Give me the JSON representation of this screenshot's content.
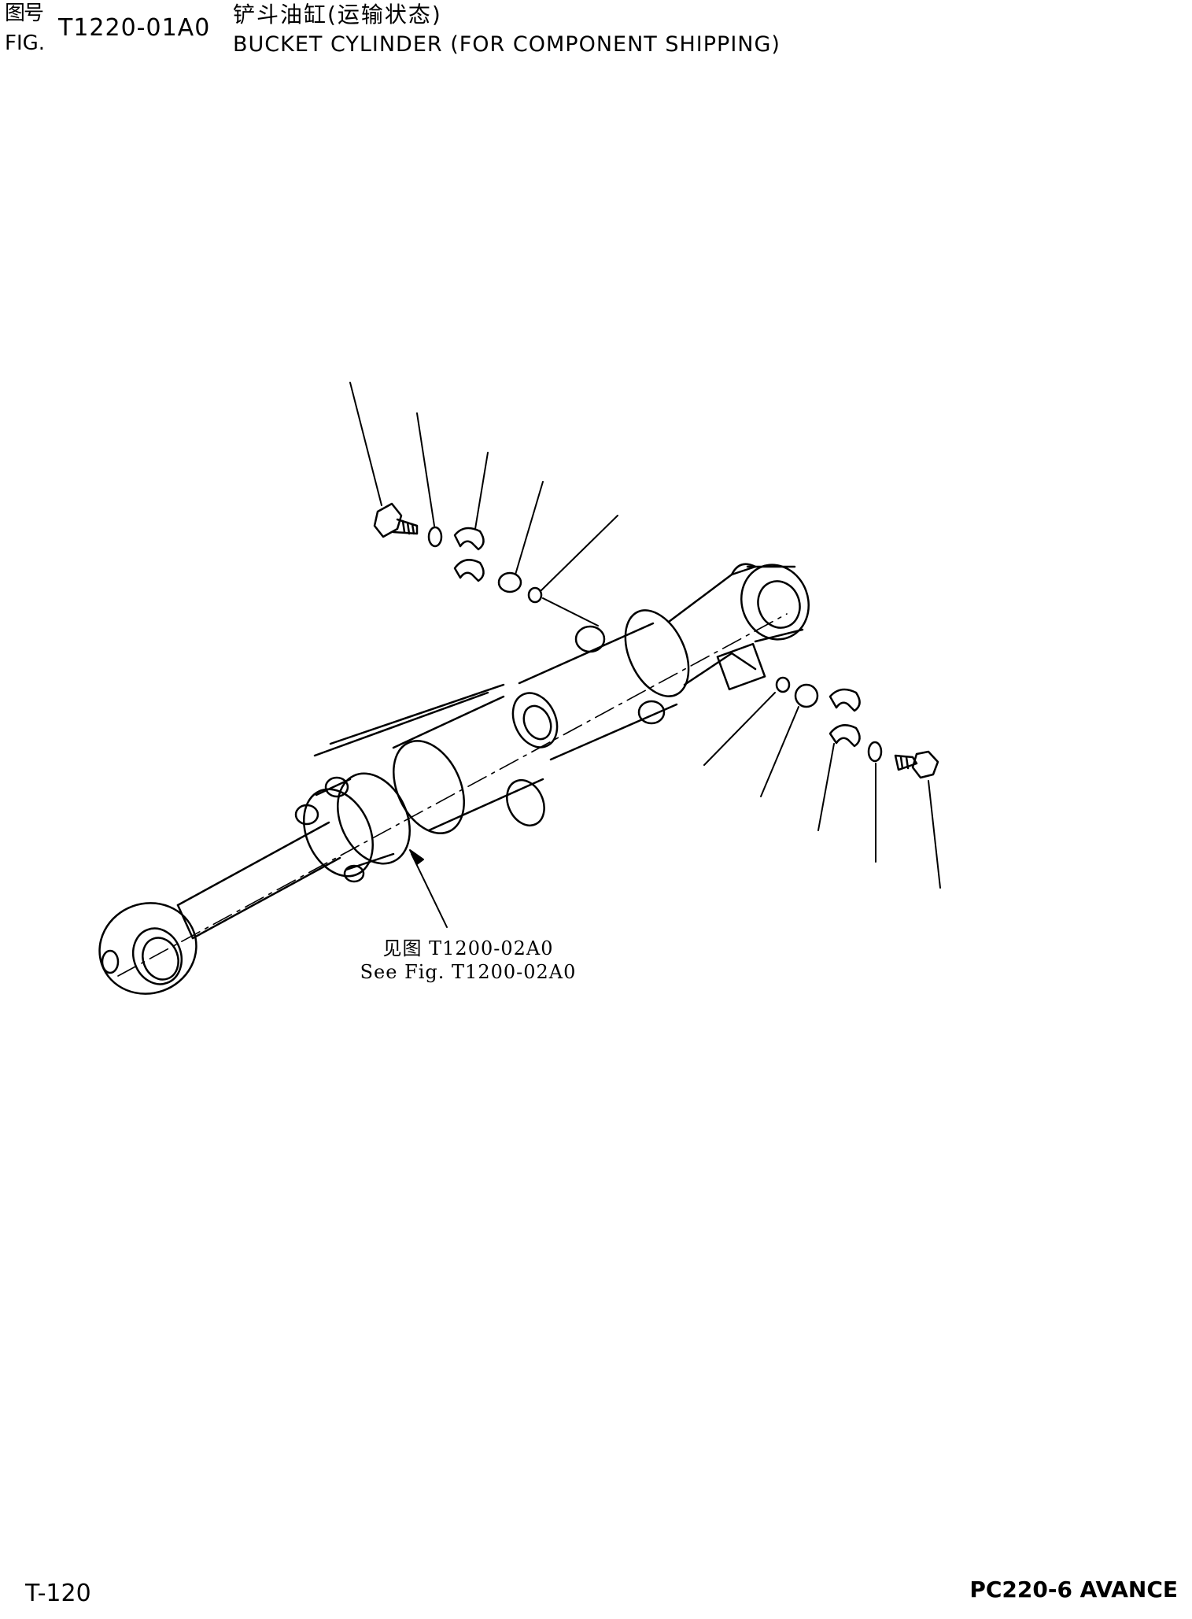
{
  "header": {
    "fig_label_cn": "图号",
    "fig_label_en": "FIG.",
    "fig_number": "T1220-01A0",
    "title_cn": "铲斗油缸(运输状态)",
    "title_en": "BUCKET CYLINDER (FOR COMPONENT SHIPPING)"
  },
  "drawing": {
    "ref_cn": "见图 T1200-02A0",
    "ref_en": "See Fig. T1200-02A0"
  },
  "footer": {
    "page": "T-120",
    "model": "PC220-6 AVANCE"
  }
}
